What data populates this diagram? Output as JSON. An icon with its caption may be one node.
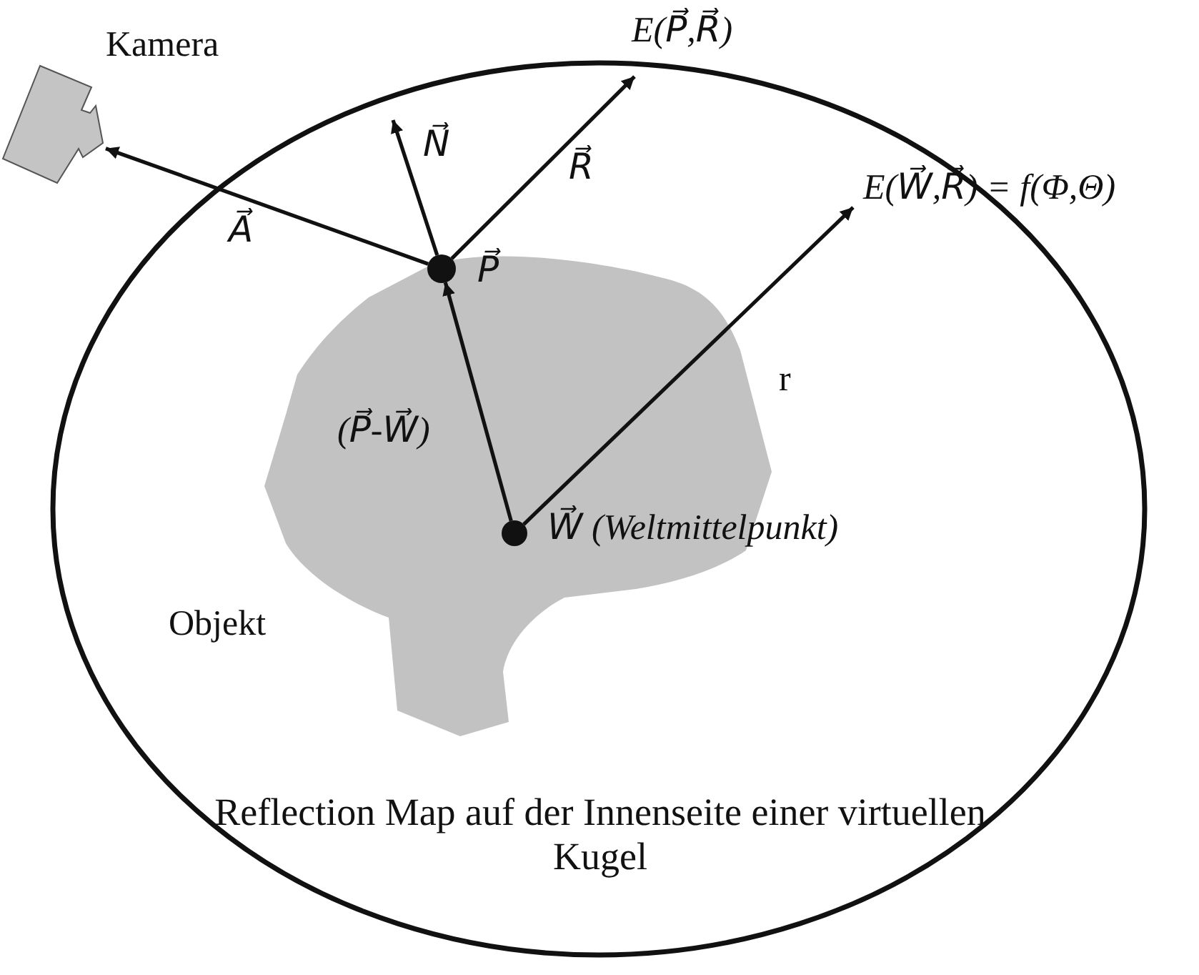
{
  "diagram": {
    "nodes": [
      {
        "text": [],
        "shape": "picture",
        "beside": [
          "Kamera"
        ]
      },
      {
        "text": [
          "Reflection Map auf der Innenseite einer virtuellen Kugel"
        ]
      },
      {
        "text": [
          "E(P⃗,R⃗)"
        ]
      },
      {
        "text": [
          "E(W⃗,R⃗) = f(Φ,Θ)"
        ]
      },
      {
        "text": [
          "Objekt"
        ],
        "in": 1
      },
      {
        "text": [],
        "shape": "circle",
        "in": 4,
        "beside": [
          "P⃗"
        ]
      },
      {
        "text": [],
        "shape": "circle",
        "in": 4,
        "beside": [
          "W⃗  (Weltmittelpunkt)"
        ]
      }
    ],
    "edges": [
      {
        "from": 5,
        "to": 0,
        "arrow": "to",
        "label": "A⃗"
      },
      {
        "from": 5,
        "to": null,
        "arrow": "to",
        "label": "N⃗"
      },
      {
        "from": 5,
        "to": 2,
        "arrow": "to",
        "label": "R⃗"
      },
      {
        "from": 6,
        "to": 5,
        "arrow": "to",
        "label": "(P⃗-W⃗)"
      },
      {
        "from": 6,
        "to": 3,
        "arrow": "to",
        "label": "r"
      }
    ]
  }
}
